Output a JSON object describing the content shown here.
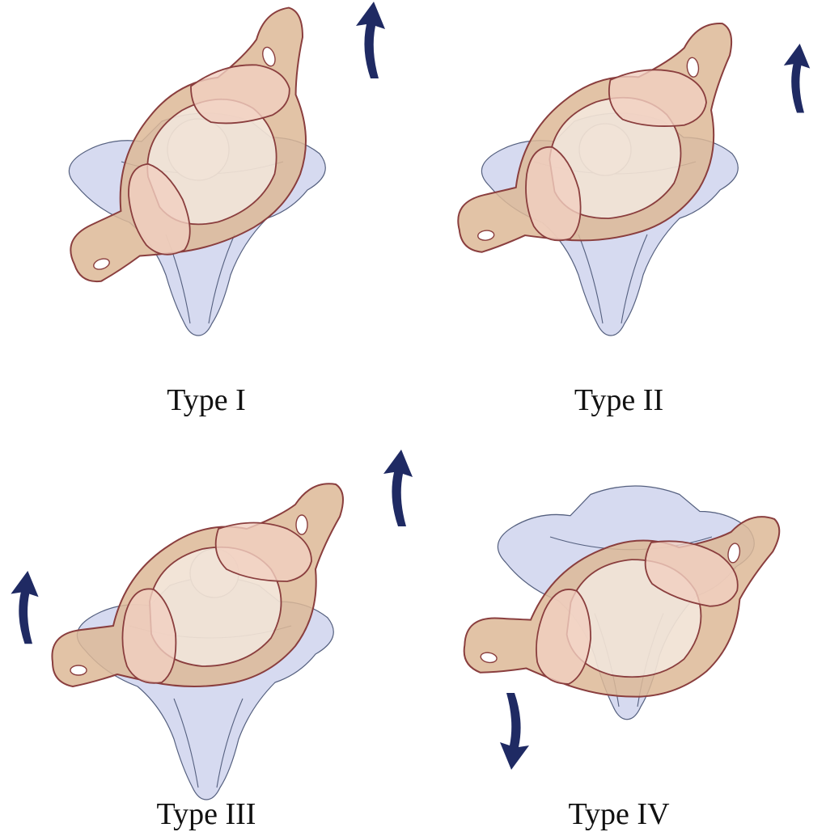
{
  "figure": {
    "panels": [
      {
        "id": "type-1",
        "label": "Type I",
        "rotation_arrows": [
          "upper-right"
        ]
      },
      {
        "id": "type-2",
        "label": "Type II",
        "rotation_arrows": [
          "upper-right"
        ]
      },
      {
        "id": "type-3",
        "label": "Type III",
        "rotation_arrows": [
          "upper-right",
          "left"
        ]
      },
      {
        "id": "type-4",
        "label": "Type IV",
        "rotation_arrows": [
          "lower-left"
        ]
      }
    ]
  },
  "colors": {
    "atlas": "#ddb897",
    "atlas_outline": "#8a3e3e",
    "axis": "#d6daf0",
    "facet": "#f1cfc0",
    "arrow": "#1f2a63"
  },
  "icons": {
    "rotation_arrow": "curved-arrow-icon"
  }
}
